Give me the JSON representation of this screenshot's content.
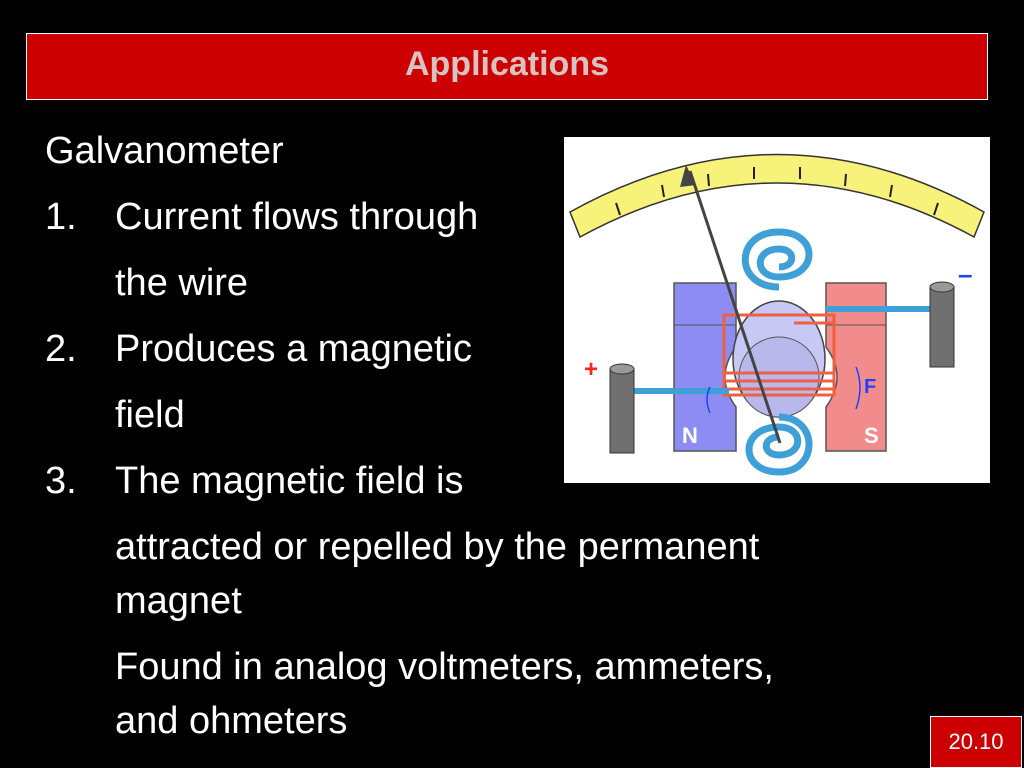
{
  "slide": {
    "title": "Applications",
    "heading": "Galvanometer",
    "items": [
      {
        "num": "1.",
        "line1": "Current flows through",
        "line2": "the wire"
      },
      {
        "num": "2.",
        "line1": "Produces a magnetic",
        "line2": "field"
      },
      {
        "num": "3.",
        "line1": "The magnetic field is",
        "line2": "attracted or repelled by the permanent",
        "line3": "magnet"
      }
    ],
    "note_line1": "Found in analog voltmeters, ammeters,",
    "note_line2": "and ohmeters",
    "slide_number": "20.10"
  },
  "diagram": {
    "plus_label": "+",
    "minus_label": "–",
    "north_label": "N",
    "south_label": "S",
    "force_label": "F",
    "colors": {
      "title_bar": "#cc0000",
      "scale": "#f7f27a",
      "north_magnet": "#8c8cf2",
      "south_magnet": "#f28c8c",
      "coil_wire": "#f06040",
      "spring": "#3fa0d8",
      "terminal": "#707070",
      "label_red": "#ff2020",
      "label_blue": "#2040ff"
    }
  }
}
